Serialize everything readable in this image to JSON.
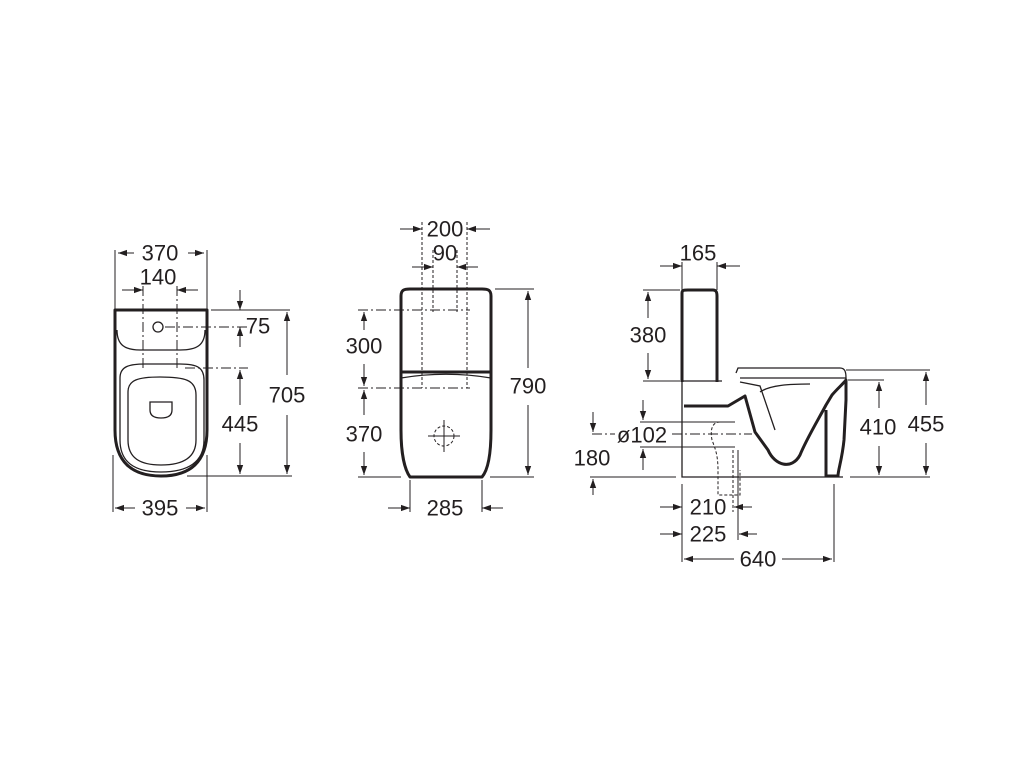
{
  "top_view": {
    "width_tank": "370",
    "fixing_spacing": "140",
    "inlet_offset": "75",
    "total_length": "705",
    "seat_fixing_to_front": "445",
    "width_bowl": "395"
  },
  "front_view": {
    "tank_fixing_outer": "200",
    "tank_fixing_inner": "90",
    "tank_height": "300",
    "total_height": "790",
    "bowl_height": "370",
    "base_width": "285"
  },
  "side_view": {
    "tank_depth": "165",
    "tank_height": "380",
    "outlet_diameter": "ø102",
    "outlet_height": "180",
    "bowl_height": "410",
    "seat_height": "455",
    "outlet_distance_1": "210",
    "outlet_distance_2": "225",
    "total_depth": "640"
  },
  "colors": {
    "line": "#231f20"
  }
}
